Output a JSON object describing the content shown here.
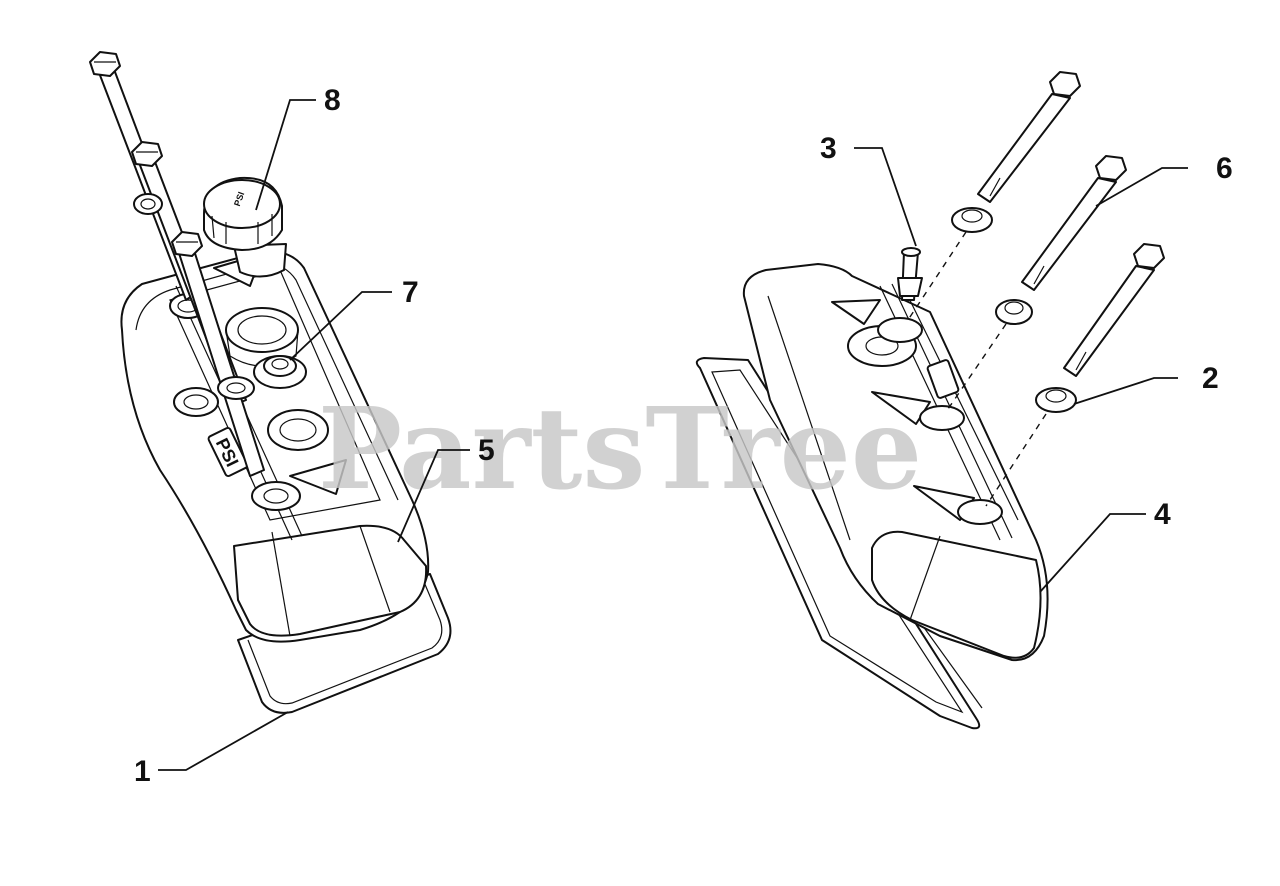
{
  "watermark": "PartsTree",
  "callouts": [
    {
      "id": "1",
      "label": "1"
    },
    {
      "id": "2",
      "label": "2"
    },
    {
      "id": "3",
      "label": "3"
    },
    {
      "id": "4",
      "label": "4"
    },
    {
      "id": "5",
      "label": "5"
    },
    {
      "id": "6",
      "label": "6"
    },
    {
      "id": "7",
      "label": "7"
    },
    {
      "id": "8",
      "label": "8"
    }
  ],
  "cover_emblem": "PSI",
  "oil_cap_text": "PSI"
}
